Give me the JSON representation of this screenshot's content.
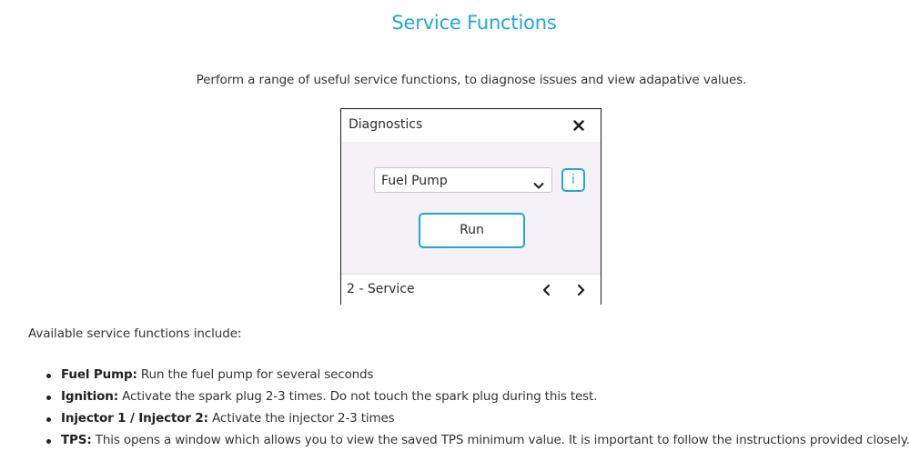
{
  "colors": {
    "accent": "#1ea7d8"
  },
  "page": {
    "title": "Service Functions",
    "intro": "Perform a range of useful service functions, to diagnose issues and view adapative values."
  },
  "dialog": {
    "title": "Diagnostics",
    "close_icon": "close-icon",
    "select": {
      "value": "Fuel Pump",
      "icon": "chevron-down-icon"
    },
    "info_label": "i",
    "run_label": "Run",
    "footer": {
      "label": "2 - Service",
      "prev_icon": "chevron-left-icon",
      "next_icon": "chevron-right-icon"
    }
  },
  "section": {
    "intro": "Available service functions include:",
    "items": [
      {
        "term": "Fuel Pump:",
        "text": " Run the fuel pump for several seconds"
      },
      {
        "term": "Ignition:",
        "text": " Activate the spark plug 2-3 times. Do not touch the spark plug during this test."
      },
      {
        "term": "Injector 1 / Injector 2:",
        "text": " Activate the injector 2-3 times"
      },
      {
        "term": "TPS:",
        "text": " This opens a window which allows you to view the saved TPS minimum value. It is important to follow the instructions provided closely."
      }
    ]
  }
}
